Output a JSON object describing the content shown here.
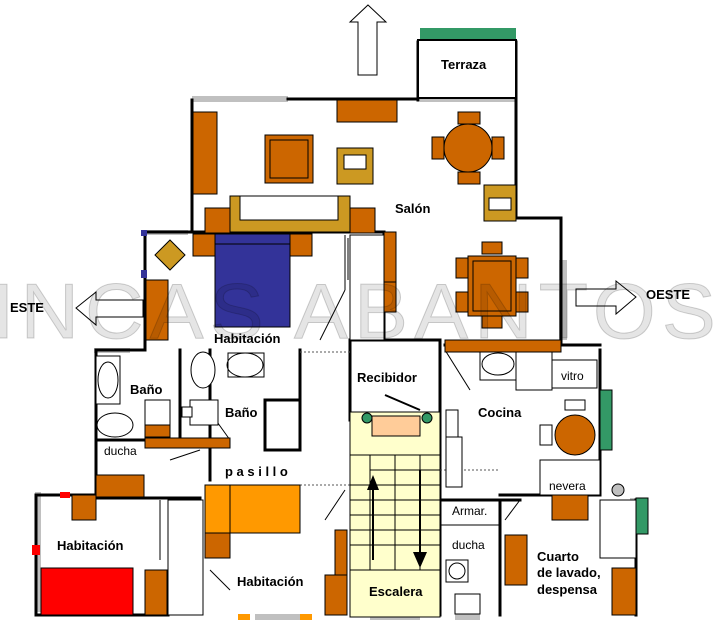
{
  "labels": {
    "terraza": "Terraza",
    "salon": "Salón",
    "habitacion_main": "Habitación",
    "este": "ESTE",
    "oeste": "OESTE",
    "recibidor": "Recibidor",
    "bano_1": "Baño",
    "bano_2": "Baño",
    "cocina": "Cocina",
    "vitro": "vitro",
    "ducha_1": "ducha",
    "pasillo": "p a s i l l o",
    "nevera": "nevera",
    "armar": "Armar.",
    "ducha_2": "ducha",
    "cuarto_line1": "Cuarto",
    "cuarto_line2": "de lavado,",
    "cuarto_line3": "despensa",
    "habitacion_left": "Habitación",
    "habitacion_center": "Habitación",
    "escalera": "Escalera"
  },
  "watermark": "INCAS ABANTOS",
  "colors": {
    "wall": "#000000",
    "window": "#c0c0c0",
    "furniture": "#cc6600",
    "mustard": "#cc9922",
    "bed_blue": "#333399",
    "bed_red": "#ff0000",
    "bed_orange": "#ff9900",
    "stair": "#ffffcc",
    "green": "#339966",
    "arrow": "#ffffff"
  },
  "icons": [
    "arrow-north-icon",
    "arrow-east-icon",
    "arrow-west-icon",
    "arrow-up-icon",
    "arrow-down-icon"
  ]
}
